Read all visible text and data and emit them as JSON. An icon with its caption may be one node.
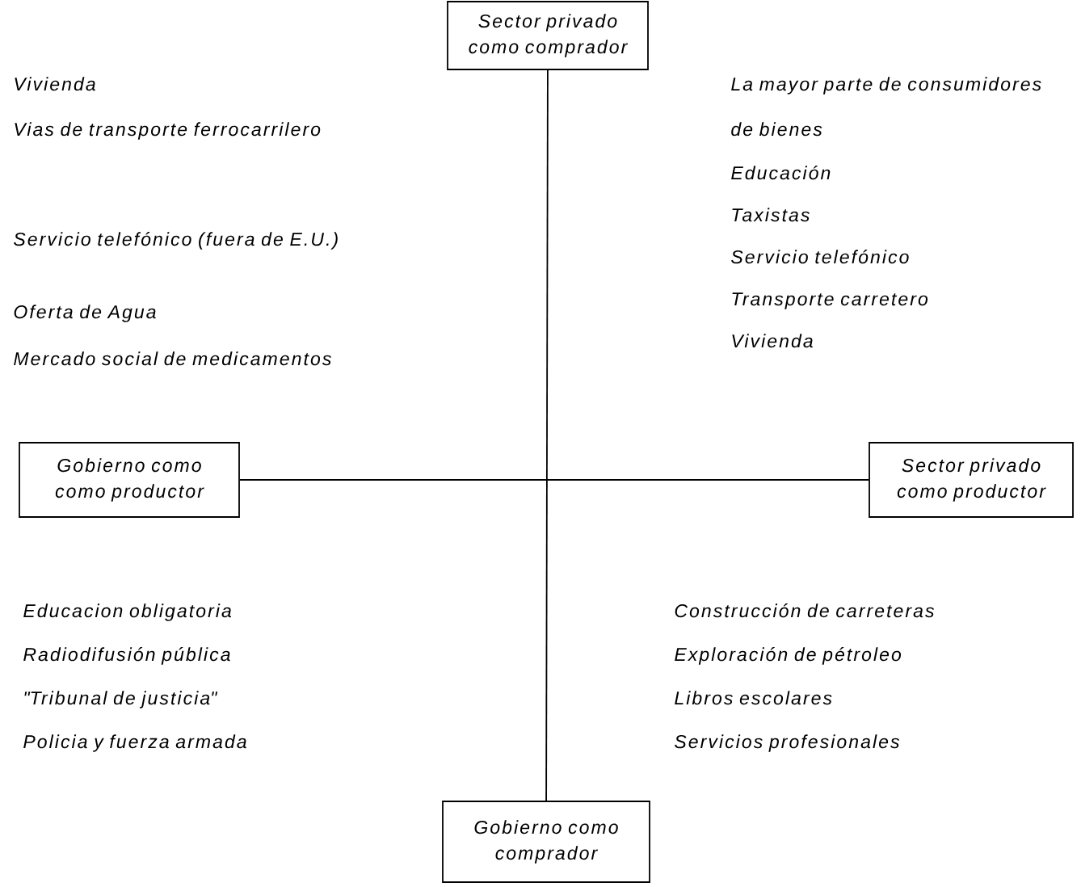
{
  "diagram": {
    "nodes": [
      {
        "text": [
          "Sector privado como comprador"
        ]
      },
      {
        "text": [
          "Gobierno como como productor"
        ]
      },
      {
        "text": [
          "Sector privado como productor"
        ]
      },
      {
        "text": [
          "Gobierno como comprador"
        ]
      }
    ],
    "edges": [
      {
        "from": 0,
        "to": 3,
        "arrow": "none"
      },
      {
        "from": 1,
        "to": 2,
        "arrow": "none"
      }
    ],
    "labels": [
      "Vivienda",
      "La mayor parte de consumidores de bienes",
      "Vias de transporte ferrocarrilero",
      "Educación",
      "Taxistas",
      "Servicio telefónico (fuera de E.U.)",
      "Servicio telefónico",
      "Oferta de Agua",
      "Transporte carretero",
      "Mercado social de medicamentos",
      "Vivienda",
      "Educacion obligatoria",
      "Construcción de carreteras",
      "Radiodifusión pública",
      "Exploración de pétroleo",
      "\"Tribunal de justicia\"",
      "Libros escolares",
      "Policia y fuerza armada",
      "Servicios profesionales"
    ]
  }
}
